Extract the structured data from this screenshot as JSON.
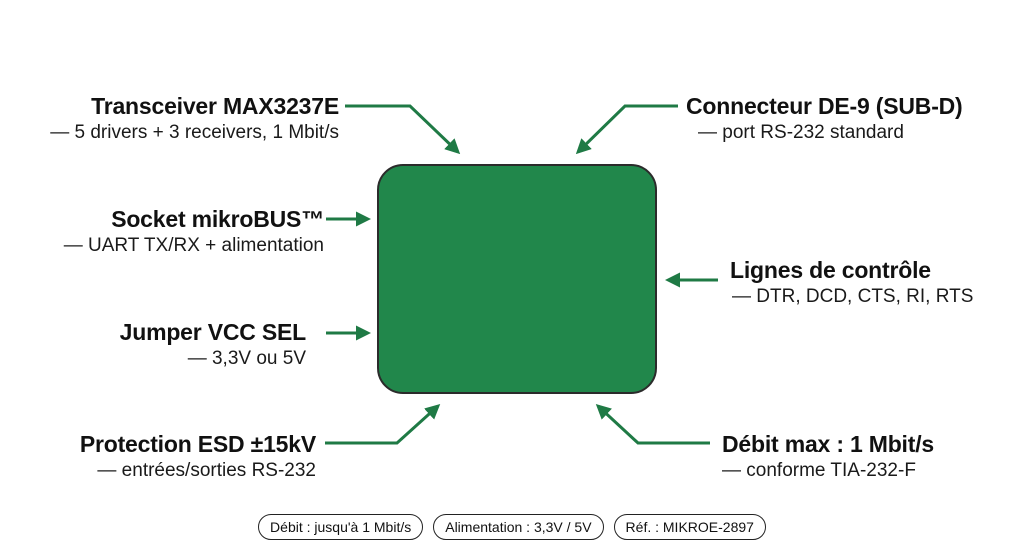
{
  "callouts": {
    "transceiver": {
      "title": "Transceiver MAX3237E",
      "sub": "— 5 drivers + 3 receivers, 1 Mbit/s"
    },
    "connector": {
      "title": "Connecteur DE-9 (SUB-D)",
      "sub": "— port RS-232 standard"
    },
    "socket": {
      "title": "Socket mikroBUS™",
      "sub": "— UART TX/RX + alimentation"
    },
    "lines": {
      "title": "Lignes de contrôle",
      "sub": "— DTR, DCD, CTS, RI, RTS"
    },
    "jumper": {
      "title": "Jumper VCC SEL",
      "sub": "— 3,3V ou 5V"
    },
    "esd": {
      "title": "Protection ESD ±15kV",
      "sub": "— entrées/sorties RS-232"
    },
    "rate": {
      "title": "Débit max : 1 Mbit/s",
      "sub": "— conforme TIA-232-F"
    }
  },
  "tags": [
    "Débit : jusqu'à 1 Mbit/s",
    "Alimentation : 3,3V / 5V",
    "Réf. : MIKROE-2897"
  ],
  "colors": {
    "board": "#21874b",
    "arrow": "#1f7a45"
  }
}
